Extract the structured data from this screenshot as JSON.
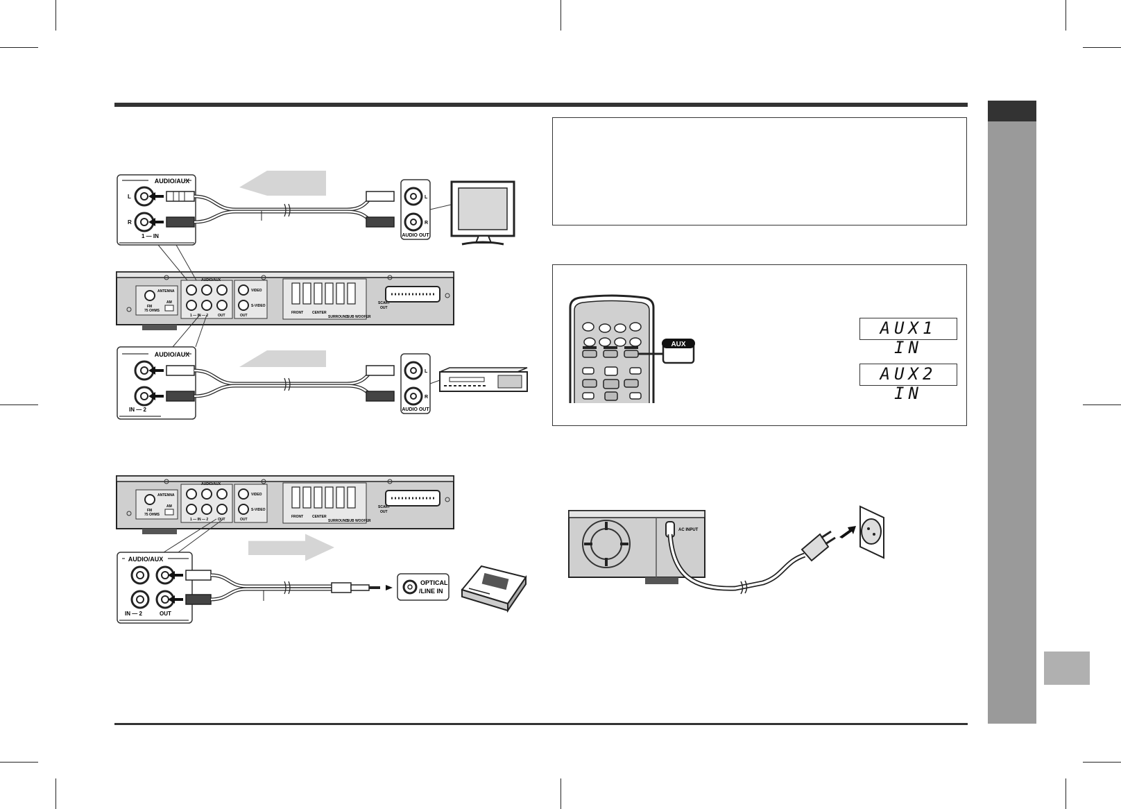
{
  "audio_aux_label": "AUDIO/AUX",
  "in1_label": "1 — IN",
  "in2_label": "IN — 2",
  "out_label": "OUT",
  "l_label": "L",
  "r_label": "R",
  "tv_audio_out": "AUDIO OUT",
  "vcr_audio_out": "AUDIO OUT",
  "optical_line_in": [
    "OPTICAL",
    "/LINE IN"
  ],
  "panel": {
    "antenna": "ANTENNA",
    "fm": "FM",
    "fm_ohms": "75 OHMS",
    "am": "AM",
    "audio_aux": "AUDIO/AUX",
    "video": "VIDEO",
    "s_video": "S-VIDEO",
    "out": "OUT",
    "jack_row": "1 — IN — 2",
    "front": "FRONT",
    "center": "CENTER",
    "surround": "SURROUND",
    "woofer": "SUB WOOFER",
    "scart": "SCART",
    "scart_out": "OUT"
  },
  "aux_button": "AUX",
  "display_aux1": "AUX1 IN",
  "display_aux2": "AUX2 IN",
  "ac_input": "AC INPUT"
}
